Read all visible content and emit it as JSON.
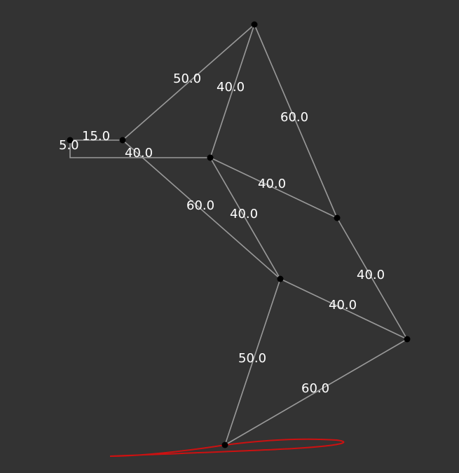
{
  "colors": {
    "background": "#333333",
    "bar": "#9a9a9a",
    "joint": "#000000",
    "label": "#ffffff",
    "trace_curve": "#cc1111"
  },
  "links": [
    {
      "id": "ground-link",
      "label": "5.0"
    },
    {
      "id": "crank",
      "label": "15.0"
    },
    {
      "id": "coupler",
      "label": "40.0"
    },
    {
      "id": "link-crank-top",
      "label": "50.0"
    },
    {
      "id": "link-top-mid",
      "label": "40.0"
    },
    {
      "id": "link-top-right",
      "label": "60.0"
    },
    {
      "id": "link-mid-right",
      "label": "40.0"
    },
    {
      "id": "link-crank-lower",
      "label": "60.0"
    },
    {
      "id": "link-mid-lower",
      "label": "40.0"
    },
    {
      "id": "link-right-far",
      "label": "40.0"
    },
    {
      "id": "link-lower-far",
      "label": "40.0"
    },
    {
      "id": "link-lower-foot",
      "label": "50.0"
    },
    {
      "id": "link-far-foot",
      "label": "60.0"
    }
  ]
}
